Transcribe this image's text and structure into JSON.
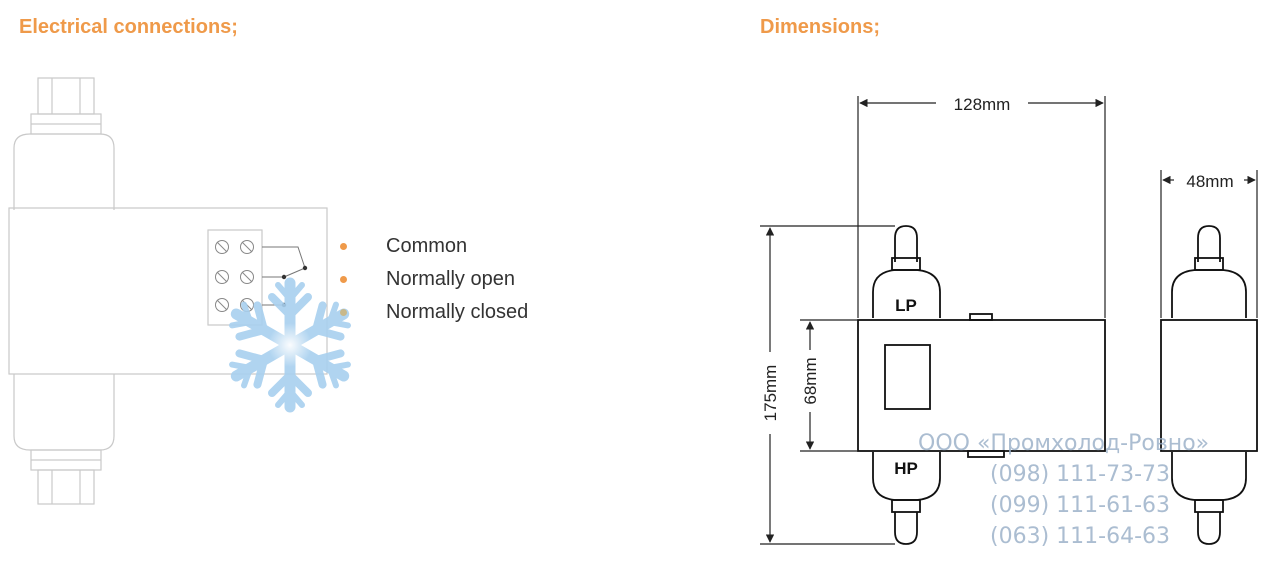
{
  "accent_color": "#ef9a4a",
  "electrical": {
    "title": "Electrical connections;",
    "legend": [
      {
        "label": "Common",
        "dot_color": "#ef9a4a"
      },
      {
        "label": "Normally open",
        "dot_color": "#ef9a4a"
      },
      {
        "label": "Normally closed",
        "dot_color": "#c8b88a"
      }
    ],
    "decoration_icon": "snowflake-icon"
  },
  "dimensions": {
    "title": "Dimensions;",
    "width_front": "128mm",
    "width_side": "48mm",
    "height_total": "175mm",
    "height_body": "68mm",
    "label_low_pressure": "LP",
    "label_high_pressure": "HP"
  },
  "watermark": {
    "company": "ООО «Промхолод-Ровно»",
    "phones": [
      "(098) 111-73-73",
      "(099) 111-61-63",
      "(063) 111-64-63"
    ]
  }
}
